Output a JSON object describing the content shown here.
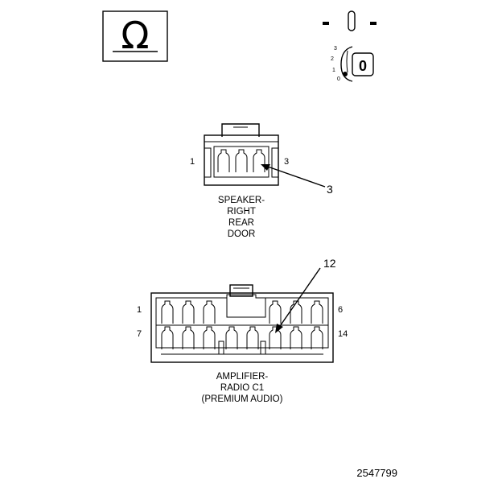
{
  "symbols": {
    "ohm": "Ω",
    "ignition_key_label": "0",
    "ignition_positions": [
      "3",
      "2",
      "1",
      "0"
    ]
  },
  "speaker_connector": {
    "pin_left": "1",
    "pin_right": "3",
    "callout": "3",
    "caption": [
      "SPEAKER-",
      "RIGHT",
      "REAR",
      "DOOR"
    ]
  },
  "amplifier_connector": {
    "pin_top_left": "1",
    "pin_top_right": "6",
    "pin_bottom_left": "7",
    "pin_bottom_right": "14",
    "callout": "12",
    "caption": [
      "AMPLIFIER-",
      "RADIO C1",
      "(PREMIUM AUDIO)"
    ]
  },
  "figure_number": "2547799"
}
